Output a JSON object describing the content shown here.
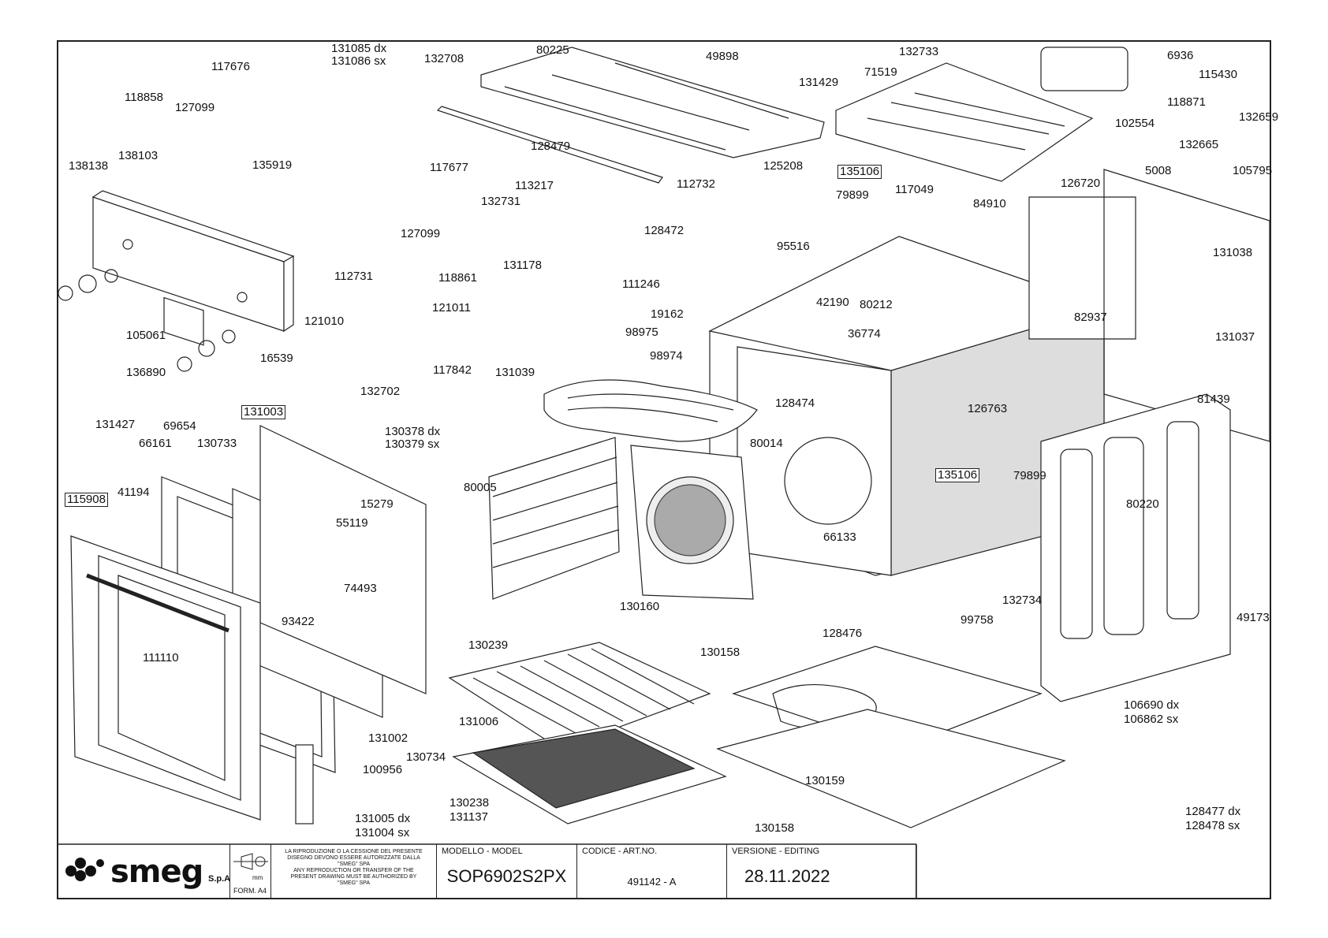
{
  "labels": [
    {
      "id": "131085-dx",
      "text": "131085 dx"
    },
    {
      "id": "131086-sx",
      "text": "131086 sx"
    },
    {
      "id": "117676",
      "text": "117676"
    },
    {
      "id": "132708",
      "text": "132708"
    },
    {
      "id": "80225",
      "text": "80225"
    },
    {
      "id": "49898",
      "text": "49898"
    },
    {
      "id": "132733",
      "text": "132733"
    },
    {
      "id": "6936",
      "text": "6936"
    },
    {
      "id": "118858",
      "text": "118858"
    },
    {
      "id": "127099-a",
      "text": "127099"
    },
    {
      "id": "131429",
      "text": "131429"
    },
    {
      "id": "71519",
      "text": "71519"
    },
    {
      "id": "115430",
      "text": "115430"
    },
    {
      "id": "118871",
      "text": "118871"
    },
    {
      "id": "132659",
      "text": "132659"
    },
    {
      "id": "138138",
      "text": "138138"
    },
    {
      "id": "138103",
      "text": "138103"
    },
    {
      "id": "102554",
      "text": "102554"
    },
    {
      "id": "135919",
      "text": "135919"
    },
    {
      "id": "128479",
      "text": "128479"
    },
    {
      "id": "117677",
      "text": "117677"
    },
    {
      "id": "125208",
      "text": "125208"
    },
    {
      "id": "135106-a",
      "text": "135106",
      "boxed": true
    },
    {
      "id": "112732",
      "text": "112732"
    },
    {
      "id": "117049",
      "text": "117049"
    },
    {
      "id": "79899-a",
      "text": "79899"
    },
    {
      "id": "113217",
      "text": "113217"
    },
    {
      "id": "132665",
      "text": "132665"
    },
    {
      "id": "5008",
      "text": "5008"
    },
    {
      "id": "105795",
      "text": "105795"
    },
    {
      "id": "126720",
      "text": "126720"
    },
    {
      "id": "84910",
      "text": "84910"
    },
    {
      "id": "132731",
      "text": "132731"
    },
    {
      "id": "128472",
      "text": "128472"
    },
    {
      "id": "127099-b",
      "text": "127099"
    },
    {
      "id": "95516",
      "text": "95516"
    },
    {
      "id": "131038",
      "text": "131038"
    },
    {
      "id": "131178",
      "text": "131178"
    },
    {
      "id": "112731",
      "text": "112731"
    },
    {
      "id": "111246",
      "text": "111246"
    },
    {
      "id": "118861",
      "text": "118861"
    },
    {
      "id": "42190",
      "text": "42190"
    },
    {
      "id": "80212",
      "text": "80212"
    },
    {
      "id": "121010",
      "text": "121010"
    },
    {
      "id": "121011",
      "text": "121011"
    },
    {
      "id": "19162",
      "text": "19162"
    },
    {
      "id": "82937",
      "text": "82937"
    },
    {
      "id": "105061",
      "text": "105061"
    },
    {
      "id": "98975",
      "text": "98975"
    },
    {
      "id": "36774",
      "text": "36774"
    },
    {
      "id": "131037",
      "text": "131037"
    },
    {
      "id": "16539",
      "text": "16539"
    },
    {
      "id": "136890",
      "text": "136890"
    },
    {
      "id": "98974",
      "text": "98974"
    },
    {
      "id": "117842",
      "text": "117842"
    },
    {
      "id": "131039",
      "text": "131039"
    },
    {
      "id": "132702",
      "text": "132702"
    },
    {
      "id": "128474",
      "text": "128474"
    },
    {
      "id": "126763",
      "text": "126763"
    },
    {
      "id": "81439",
      "text": "81439"
    },
    {
      "id": "131003",
      "text": "131003",
      "boxed": true
    },
    {
      "id": "131427",
      "text": "131427"
    },
    {
      "id": "69654",
      "text": "69654"
    },
    {
      "id": "130378-dx",
      "text": "130378 dx"
    },
    {
      "id": "130379-sx",
      "text": "130379 sx"
    },
    {
      "id": "80014",
      "text": "80014"
    },
    {
      "id": "66161",
      "text": "66161"
    },
    {
      "id": "130733",
      "text": "130733"
    },
    {
      "id": "135106-b",
      "text": "135106",
      "boxed": true
    },
    {
      "id": "79899-b",
      "text": "79899"
    },
    {
      "id": "115908",
      "text": "115908",
      "boxed": true
    },
    {
      "id": "41194",
      "text": "41194"
    },
    {
      "id": "80005",
      "text": "80005"
    },
    {
      "id": "15279",
      "text": "15279"
    },
    {
      "id": "80220",
      "text": "80220"
    },
    {
      "id": "55119",
      "text": "55119"
    },
    {
      "id": "66133",
      "text": "66133"
    },
    {
      "id": "74493",
      "text": "74493"
    },
    {
      "id": "130160",
      "text": "130160"
    },
    {
      "id": "132734",
      "text": "132734"
    },
    {
      "id": "93422",
      "text": "93422"
    },
    {
      "id": "99758",
      "text": "99758"
    },
    {
      "id": "128476",
      "text": "128476"
    },
    {
      "id": "49173",
      "text": "49173"
    },
    {
      "id": "111110",
      "text": "111110"
    },
    {
      "id": "130239",
      "text": "130239"
    },
    {
      "id": "130158-a",
      "text": "130158"
    },
    {
      "id": "106690-dx",
      "text": "106690 dx"
    },
    {
      "id": "106862-sx",
      "text": "106862 sx"
    },
    {
      "id": "131006",
      "text": "131006"
    },
    {
      "id": "131002",
      "text": "131002"
    },
    {
      "id": "130734",
      "text": "130734"
    },
    {
      "id": "100956",
      "text": "100956"
    },
    {
      "id": "130159",
      "text": "130159"
    },
    {
      "id": "130238",
      "text": "130238"
    },
    {
      "id": "131137",
      "text": "131137"
    },
    {
      "id": "131005-dx",
      "text": "131005 dx"
    },
    {
      "id": "131004-sx",
      "text": "131004 sx"
    },
    {
      "id": "130158-b",
      "text": "130158"
    },
    {
      "id": "128477-dx",
      "text": "128477 dx"
    },
    {
      "id": "128478-sx",
      "text": "128478 sx"
    }
  ],
  "title_block": {
    "logo_text": "smeg",
    "logo_suffix": "S.p.A",
    "format": "FORM. A4",
    "unit": "mm",
    "legal_it": [
      "LA RIPRODUZIONE O LA CESSIONE DEL PRESENTE",
      "DISEGNO DEVONO ESSERE AUTORIZZATE DALLA",
      "\"SMEG\" SPA"
    ],
    "legal_en": [
      "ANY REPRODUCTION OR TRANSFER OF THE",
      "PRESENT DRAWING MUST BE AUTHORIZED BY",
      "\"SMEG\" SPA"
    ],
    "model_caption": "MODELLO - MODEL",
    "model_value": "SOP6902S2PX",
    "code_caption": "CODICE - ART.NO.",
    "code_value": "491142 - A",
    "version_caption": "VERSIONE - EDITING",
    "version_value": "28.11.2022"
  },
  "colors": {
    "line": "#222222",
    "fill": "#ffffff",
    "shade": "#555555"
  }
}
